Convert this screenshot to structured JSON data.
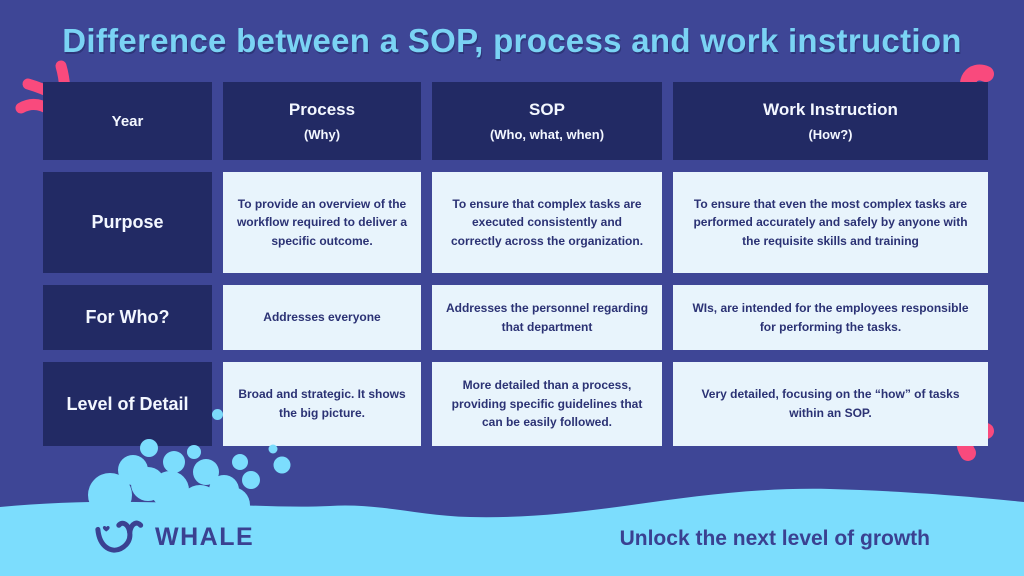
{
  "title": "Difference between a SOP, process and work instruction",
  "table": {
    "corner_label": "Year",
    "columns": [
      {
        "label": "Process",
        "sublabel": "(Why)"
      },
      {
        "label": "SOP",
        "sublabel": "(Who, what, when)"
      },
      {
        "label": "Work Instruction",
        "sublabel": "(How?)"
      }
    ],
    "rows": [
      {
        "label": "Purpose",
        "cells": [
          "To provide an overview of the workflow required to deliver a specific outcome.",
          "To ensure that complex tasks are executed consistently and correctly across the organization.",
          "To ensure that even the most complex tasks are performed accurately and safely by anyone with the requisite skills and training"
        ]
      },
      {
        "label": "For Who?",
        "cells": [
          "Addresses everyone",
          "Addresses the personnel regarding that department",
          "WIs, are intended for the employees responsible for performing the tasks."
        ]
      },
      {
        "label": "Level of Detail",
        "cells": [
          "Broad and strategic. It shows the big picture.",
          "More detailed than a process, providing specific guidelines that can be easily followed.",
          "Very detailed, focusing on the “how” of tasks within an SOP."
        ]
      }
    ]
  },
  "footer": {
    "brand": "WHALE",
    "tagline": "Unlock the next level of growth"
  },
  "icons": {
    "sparkle": "pink-sparkle-dashes",
    "blob_top_right": "pink-comma-blob",
    "blob_bottom_right": "pink-comma-blob",
    "splash": "water-splash",
    "brand_mark": "whale-smile"
  },
  "colors": {
    "background": "#3E4696",
    "header_cell": "#222A64",
    "body_cell": "#E8F4FC",
    "cell_text": "#2B3274",
    "title_text": "#7AD3F4",
    "wave": "#7CDDFD",
    "pink_accent": "#F94A7D",
    "brand_text": "#3A4191"
  }
}
